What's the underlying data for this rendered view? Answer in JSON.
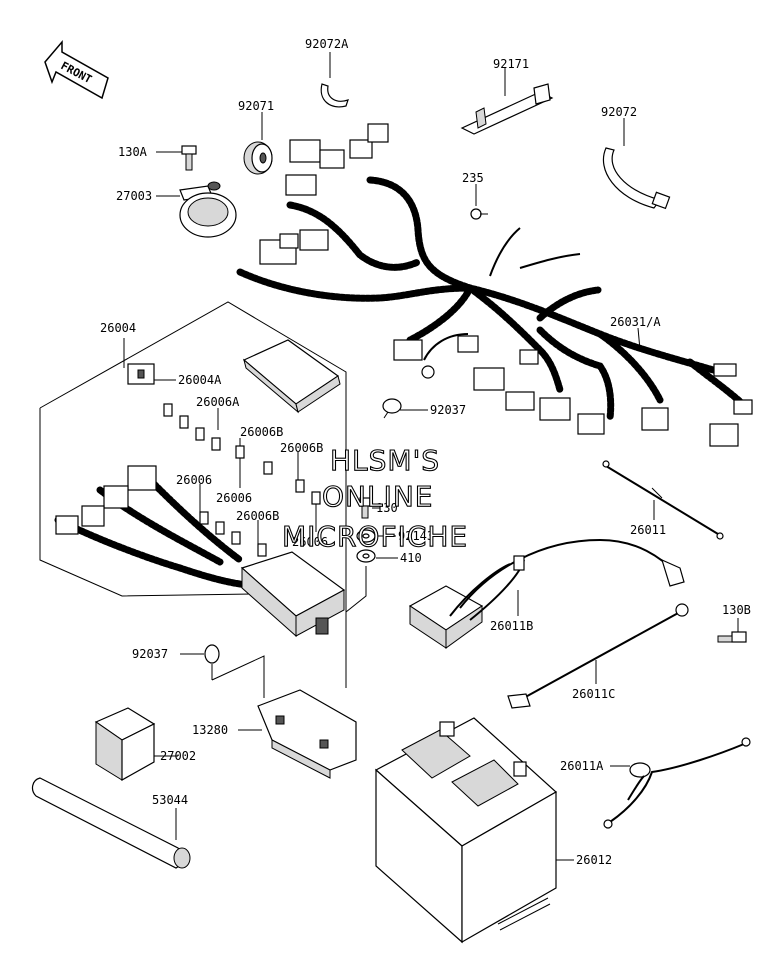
{
  "front_arrow": {
    "label": "FRONT"
  },
  "watermark": {
    "line1": "HLSM'S",
    "line2": "ONLINE",
    "line3": "MICROFICHE"
  },
  "parts": {
    "p92072A": "92072A",
    "p92171": "92171",
    "p92071": "92071",
    "p92072": "92072",
    "p130A": "130A",
    "p27003": "27003",
    "p235": "235",
    "p26004": "26004",
    "p26031A": "26031/A",
    "p26004A": "26004A",
    "p26006A": "26006A",
    "p92037a": "92037",
    "p26006Ba": "26006B",
    "p26006Bb": "26006B",
    "p26006a": "26006",
    "p26006b": "26006",
    "p26006Bc": "26006B",
    "p26006c": "26006",
    "p130": "130",
    "p92143": "92143",
    "p410": "410",
    "p26011": "26011",
    "p130B": "130B",
    "p26011B": "26011B",
    "p92037b": "92037",
    "p26011C": "26011C",
    "p13280": "13280",
    "p27002": "27002",
    "p26011A": "26011A",
    "p53044": "53044",
    "p26012": "26012"
  }
}
